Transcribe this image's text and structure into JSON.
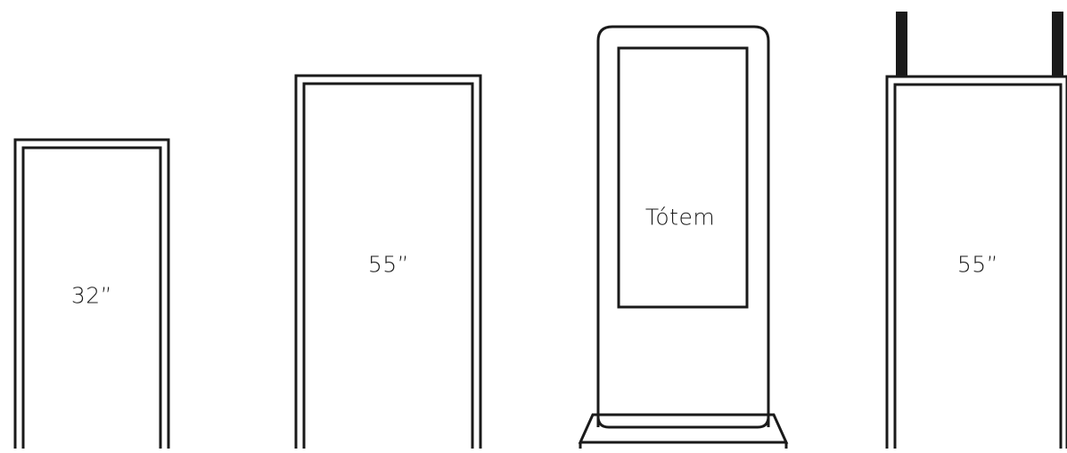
{
  "displays": [
    {
      "label": "32”"
    },
    {
      "label": "55”"
    },
    {
      "label": "Tótem"
    },
    {
      "label": "55”"
    }
  ],
  "colors": {
    "stroke": "#1a1a1a",
    "background": "#ffffff"
  }
}
